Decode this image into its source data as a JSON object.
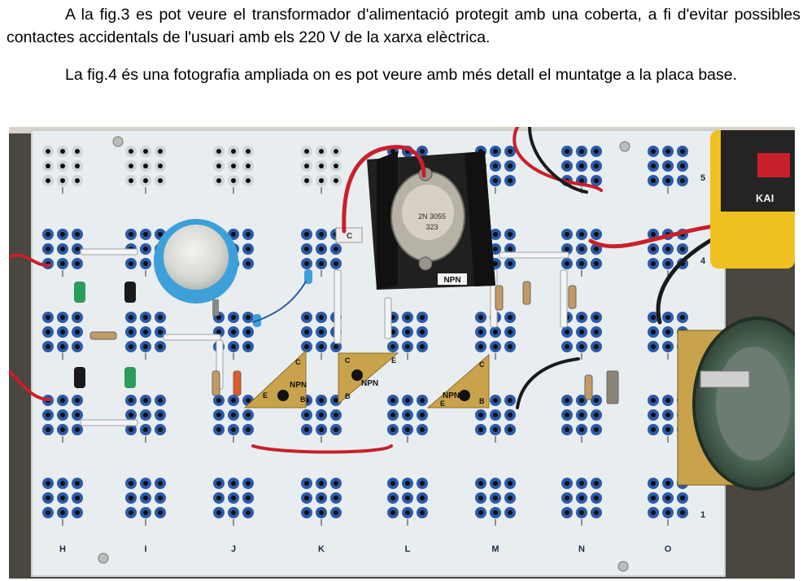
{
  "text": {
    "paragraph1": "A la fig.3 es pot veure el transformador d'alimentació protegit amb una coberta, a fi d'evitar possibles contactes accidentals de l'usuari amb els  220 V  de la xarxa elèctrica.",
    "paragraph2": "La fig.4 és una fotografia ampliada on es pot veure amb més detall el muntatge a la placa base."
  },
  "photo": {
    "column_letters": [
      "H",
      "I",
      "J",
      "K",
      "L",
      "M",
      "N",
      "O"
    ],
    "row_numbers": [
      "5",
      "4",
      "1"
    ],
    "transistor_code": [
      "2N 3055",
      "323"
    ],
    "npn_labels": [
      "NPN",
      "NPN",
      "NPN",
      "NPN"
    ],
    "terminal_labels": [
      "C",
      "B",
      "E"
    ],
    "meter_brand": "KAI",
    "colors": {
      "board": "#e9eef1",
      "socket_blue": "#2b5aa8",
      "wire_red": "#c8202a",
      "capacitor": "#3ea0d8",
      "pcb": "#c9a24c",
      "meter": "#f0c020"
    }
  }
}
